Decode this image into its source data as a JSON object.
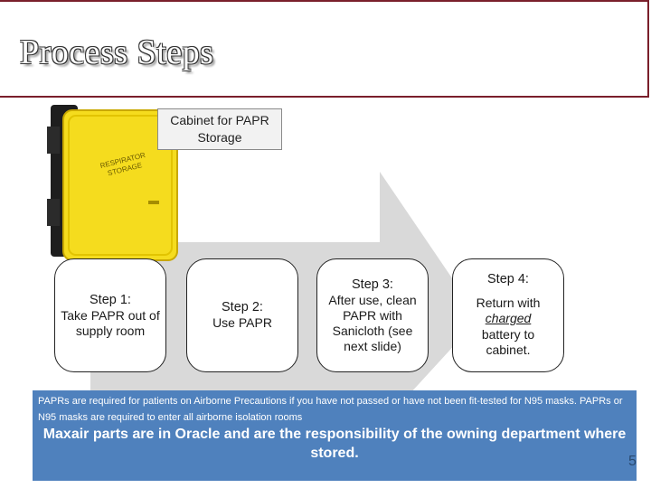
{
  "header": {
    "title": "Process Steps"
  },
  "cabinet": {
    "label": "Cabinet for PAPR Storage",
    "sign_line1": "RESPIRATOR",
    "sign_line2": "STORAGE"
  },
  "steps": [
    {
      "heading": "Step 1:",
      "body": "Take PAPR out of supply room"
    },
    {
      "heading": "Step 2:",
      "body": "Use PAPR"
    },
    {
      "heading": "Step 3:",
      "body": "After use, clean PAPR with Sanicloth (see next slide)"
    },
    {
      "heading": "Step 4:",
      "body_before": "Return with",
      "body_em": "charged",
      "body_after": "battery to cabinet."
    }
  ],
  "footer": {
    "footnote": "PAPRs are required for patients on Airborne Precautions if you have not passed or have not been fit-tested for N95 masks. PAPRs or N95 masks are required to enter all airborne isolation rooms",
    "main": "Maxair parts are in Oracle and are the responsibility of the owning department where stored."
  },
  "page_number": "5",
  "colors": {
    "header_border": "#7a1f2b",
    "footer_bg": "#4f81bd",
    "arrow": "#d9d9d9",
    "cabinet_yellow": "#f5dc1e"
  }
}
